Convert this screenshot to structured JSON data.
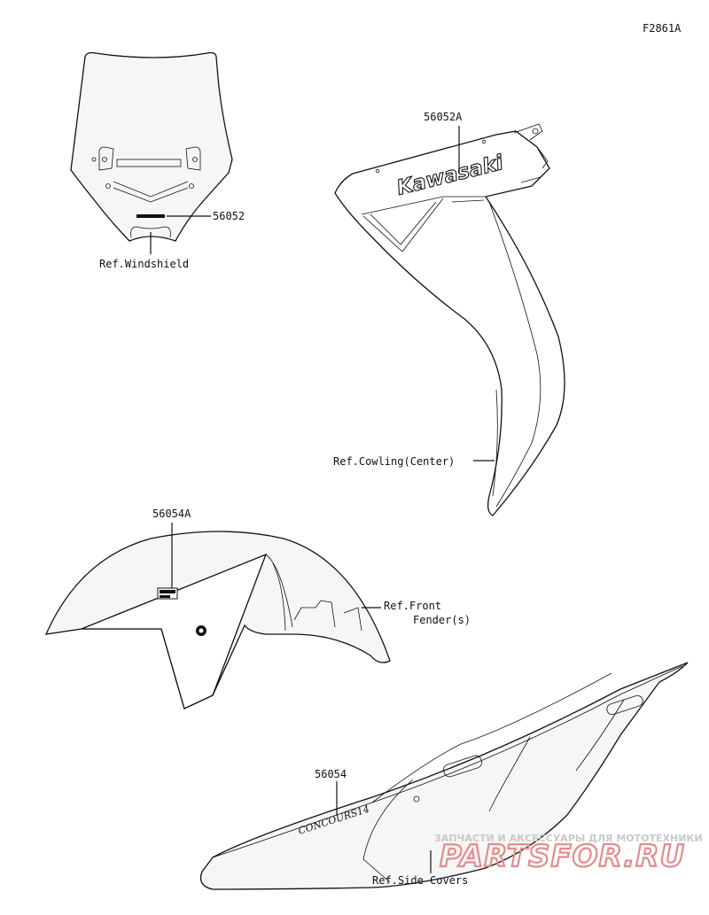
{
  "figure_code": "F2861A",
  "callouts": {
    "windshield_part_no": "56052",
    "windshield_ref": "Ref.Windshield",
    "cowling_part_no": "56052A",
    "cowling_ref": "Ref.Cowling(Center)",
    "fender_part_no": "56054A",
    "fender_ref_line1": "Ref.Front",
    "fender_ref_line2": "Fender(s)",
    "sidecover_part_no": "56054",
    "sidecover_ref": "Ref.Side Covers"
  },
  "decals": {
    "cowling_brand": "Kawasaki",
    "sidecover_model": "CONCOURS14"
  },
  "watermark": {
    "caption": "ЗАПЧАСТИ И АКСЕССУАРЫ ДЛЯ МОТОТЕХНИКИ",
    "logo": "PARTSFOR.RU"
  }
}
